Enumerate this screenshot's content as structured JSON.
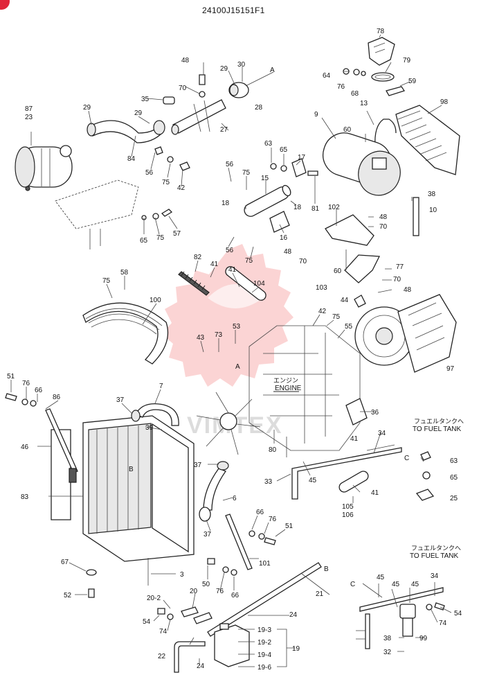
{
  "doc_code": "24100J15151F1",
  "engine_jp": "エンジン",
  "engine_label": "ENGINE",
  "fuel_tank_jp": "フュエルタンクへ",
  "fuel_tank_label": "TO FUEL TANK",
  "watermark": "VIMTEX",
  "letters": {
    "a": "A",
    "b": "B",
    "c": "C"
  },
  "callouts": {
    "n78": "78",
    "n79": "79",
    "n64": "64",
    "n76a": "76",
    "n68": "68",
    "n59": "59",
    "n98": "98",
    "n13": "13",
    "n9": "9",
    "n60a": "60",
    "n63a": "63",
    "n65a": "65",
    "n17": "17",
    "n15": "15",
    "n18a": "18",
    "n18b": "18",
    "n81": "81",
    "n16": "16",
    "n102": "102",
    "n48a": "48",
    "n70a": "70",
    "n38a": "38",
    "n10": "10",
    "n48b": "48",
    "n70b": "70",
    "n60b": "60",
    "n77": "77",
    "n70c": "70",
    "n103": "103",
    "n48c": "48",
    "n44": "44",
    "n97": "97",
    "n48d": "48",
    "n70d": "70",
    "n29a": "29",
    "n30": "30",
    "n28": "28",
    "n35": "35",
    "n27": "27",
    "n87": "87",
    "n23": "23",
    "n29b": "29",
    "n29c": "29",
    "n84": "84",
    "n56a": "56",
    "n75a": "75",
    "n42a": "42",
    "n56b": "56",
    "n75b": "75",
    "n56c": "56",
    "n75c": "75",
    "n65b": "65",
    "n75d": "75",
    "n57": "57",
    "n82": "82",
    "n41a": "41",
    "n41b": "41",
    "n104": "104",
    "n75e": "75",
    "n58": "58",
    "n100": "100",
    "n42b": "42",
    "n75f": "75",
    "n55": "55",
    "n43": "43",
    "n73": "73",
    "n53": "53",
    "n36": "36",
    "n80": "80",
    "n41c": "41",
    "n34a": "34",
    "n63b": "63",
    "n65c": "65",
    "n25": "25",
    "n41d": "41",
    "n105": "105",
    "n106": "106",
    "n33": "33",
    "n45a": "45",
    "n51a": "51",
    "n76b": "76",
    "n66a": "66",
    "n86": "86",
    "n7": "7",
    "n37a": "37",
    "n39": "39",
    "n46": "46",
    "n83": "83",
    "n37b": "37",
    "n6": "6",
    "n37c": "37",
    "n66b": "66",
    "n76c": "76",
    "n51b": "51",
    "n101": "101",
    "n67": "67",
    "n3": "3",
    "n50": "50",
    "n76d": "76",
    "n66c": "66",
    "n52": "52",
    "n21": "21",
    "n20_2": "20-2",
    "n20": "20",
    "n54a": "54",
    "n74a": "74",
    "n24a": "24",
    "n19_3": "19-3",
    "n19_2": "19-2",
    "n19_4": "19-4",
    "n19_6": "19-6",
    "n19": "19",
    "n22": "22",
    "n24b": "24",
    "n45b": "45",
    "n45c": "45",
    "n45d": "45",
    "n34b": "34",
    "n54b": "54",
    "n74b": "74",
    "n38b": "38",
    "n99": "99",
    "n32": "32"
  }
}
